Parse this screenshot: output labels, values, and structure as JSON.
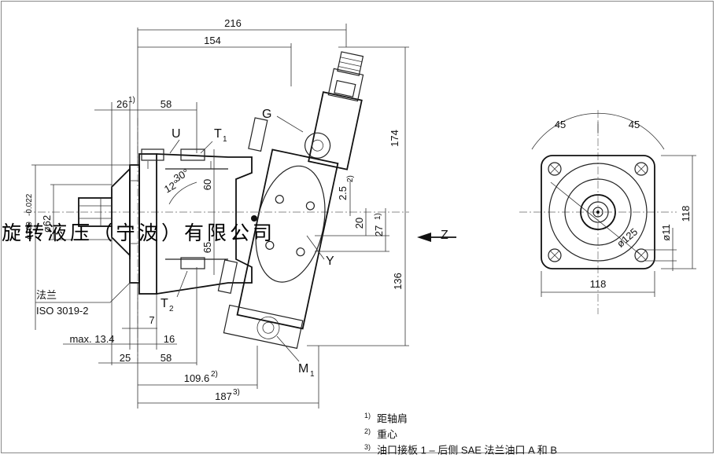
{
  "dimensions": {
    "top_216": "216",
    "top_154": "154",
    "d26": "26",
    "d26_note": "1)",
    "d58_top": "58",
    "d174": "174",
    "d60": "60",
    "d65": "65",
    "d2_5": "2.5",
    "d2_5_note": "2)",
    "d20": "20",
    "d27": "27",
    "d27_note": "1)",
    "d136": "136",
    "d7": "7",
    "max13_4": "max. 13.4",
    "d16": "16",
    "d25": "25",
    "d58_bottom": "58",
    "d109_6": "109.6",
    "d109_6_note": "2)",
    "d187": "187",
    "d187_note": "3)",
    "angle12": "12°",
    "angle30": "30°",
    "dia100": "ø100",
    "dia100_tol": "-0.022",
    "dia62": "ø62",
    "right_45a": "45",
    "right_45b": "45",
    "right_118_h": "118",
    "right_118_v": "118",
    "right_dia125": "ø125",
    "right_dia11": "ø11"
  },
  "labels": {
    "U": "U",
    "T1": "T",
    "T1_sub": "1",
    "T2": "T",
    "T2_sub": "2",
    "G": "G",
    "Y": "Y",
    "Z": "Z",
    "M1": "M",
    "M1_sub": "1",
    "flange": "法兰",
    "iso": "ISO 3019-2"
  },
  "watermark": "旋转液压（宁波）有限公司",
  "notes": [
    {
      "mark": "1)",
      "text": "距轴肩"
    },
    {
      "mark": "2)",
      "text": "重心"
    },
    {
      "mark": "3)",
      "text": "油口接板 1 – 后侧 SAE 法兰油口 A 和 B"
    }
  ]
}
